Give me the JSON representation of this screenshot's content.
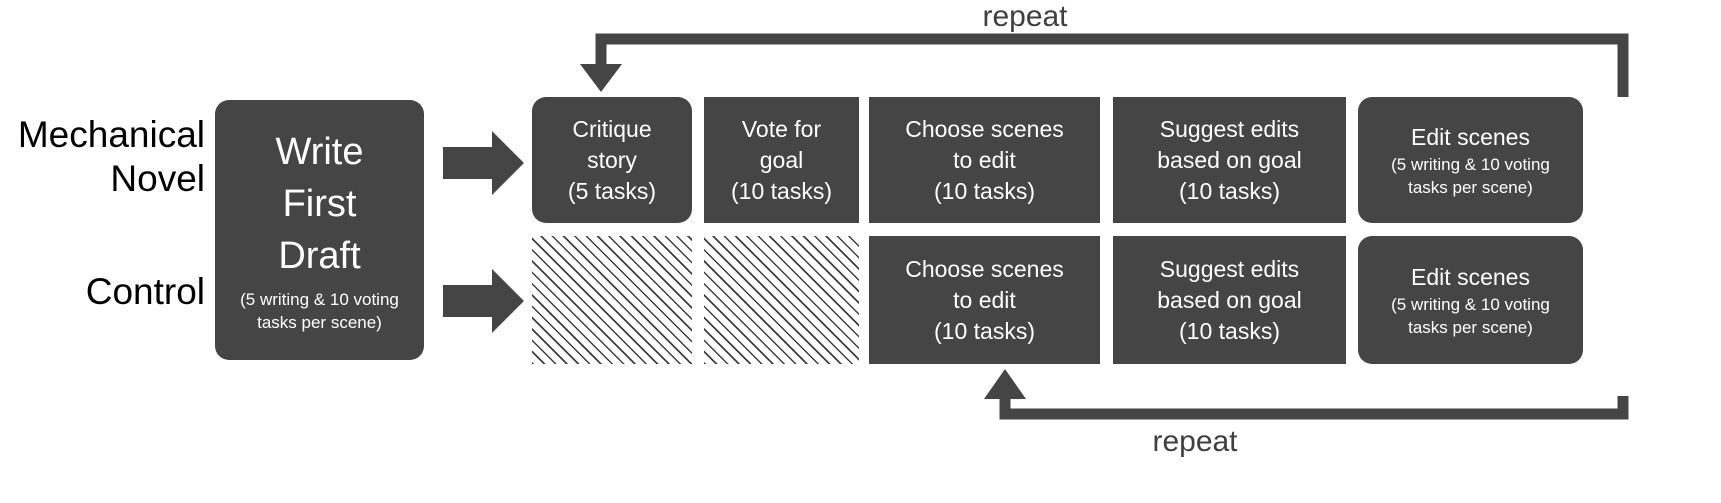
{
  "diagram": {
    "title": "Mechanical Novel vs Control pipeline",
    "colors": {
      "box_fill": "#454545",
      "box_text": "#ffffff",
      "arrow": "#454545",
      "label_text": "#000000",
      "repeat_text": "#3f3f3f",
      "hatch_line": "#3f3f3f",
      "background": "#ffffff"
    },
    "row_labels": {
      "mechanical_novel": "Mechanical\nNovel",
      "control": "Control"
    },
    "start_box": {
      "title": "Write\nFirst\nDraft",
      "subtitle": "(5 writing & 10 voting\ntasks per scene)"
    },
    "repeat_top": "repeat",
    "repeat_bottom": "repeat",
    "rows": [
      {
        "name": "mechanical-novel",
        "stages": [
          {
            "kind": "box",
            "title": "Critique\nstory",
            "subtitle": "(5 tasks)"
          },
          {
            "kind": "box",
            "title": "Vote for\ngoal",
            "subtitle": "(10 tasks)"
          },
          {
            "kind": "box",
            "title": "Choose scenes\nto edit",
            "subtitle": "(10 tasks)"
          },
          {
            "kind": "box",
            "title": "Suggest edits\nbased on goal",
            "subtitle": "(10 tasks)"
          },
          {
            "kind": "box",
            "title": "Edit scenes",
            "subtitle": "(5 writing & 10 voting\ntasks per scene)"
          }
        ]
      },
      {
        "name": "control",
        "stages": [
          {
            "kind": "hatch",
            "title": "",
            "subtitle": ""
          },
          {
            "kind": "hatch",
            "title": "",
            "subtitle": ""
          },
          {
            "kind": "box",
            "title": "Choose scenes\nto edit",
            "subtitle": "(10 tasks)"
          },
          {
            "kind": "box",
            "title": "Suggest edits\nbased on goal",
            "subtitle": "(10 tasks)"
          },
          {
            "kind": "box",
            "title": "Edit scenes",
            "subtitle": "(5 writing & 10 voting\ntasks per scene)"
          }
        ]
      }
    ]
  }
}
